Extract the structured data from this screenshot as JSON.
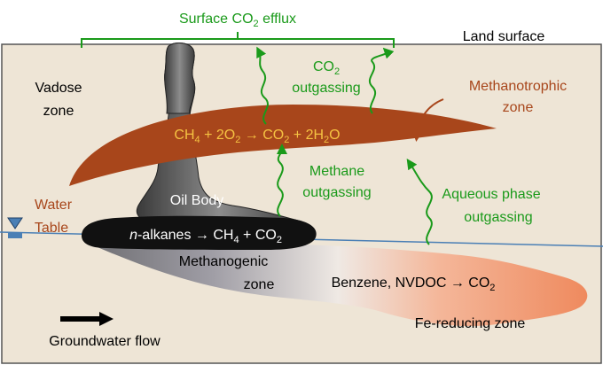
{
  "labels": {
    "surface_efflux_pre": "Surface CO",
    "surface_efflux_sub": "2",
    "surface_efflux_post": " efflux",
    "land_surface": "Land surface",
    "vadose_line1": "Vadose",
    "vadose_line2": "zone",
    "co2_outgassing_pre": "CO",
    "co2_outgassing_sub": "2",
    "co2_outgassing_line2": "outgassing",
    "methanotrophic_line1": "Methanotrophic",
    "methanotrophic_line2": "zone",
    "methane_outgassing_line1": "Methane",
    "methane_outgassing_line2": "outgassing",
    "water_line1": "Water",
    "water_line2": "Table",
    "oil_body": "Oil Body",
    "aqueous_line1": "Aqueous phase",
    "aqueous_line2": "outgassing",
    "methanogenic_line1": "Methanogenic",
    "methanogenic_line2": "zone",
    "fe_reducing": "Fe-reducing zone",
    "groundwater_flow": "Groundwater flow"
  },
  "reactions": {
    "methanotrophic": {
      "p1": "CH",
      "s1": "4",
      "p2": " + 2O",
      "s2": "2",
      "p3": " → CO",
      "s3": "2",
      "p4": " + 2H",
      "s4": "2",
      "p5": "O"
    },
    "alkanes": {
      "italic": "n",
      "p1": "-alkanes → CH",
      "s1": "4",
      "p2": " + CO",
      "s2": "2"
    },
    "benzene": {
      "p1": "Benzene, NVDOC → CO",
      "s1": "2"
    }
  },
  "colors": {
    "soil": "#eee5d6",
    "green": "#1a9a1a",
    "methanotrophic_band": "#a8461b",
    "methanotrophic_text": "#a8461b",
    "reaction_text": "#f5c242",
    "oil": "#111111",
    "fe_zone": "#ef8a5e",
    "water_table": "#4a7fb5",
    "water_label": "#a8461b"
  }
}
